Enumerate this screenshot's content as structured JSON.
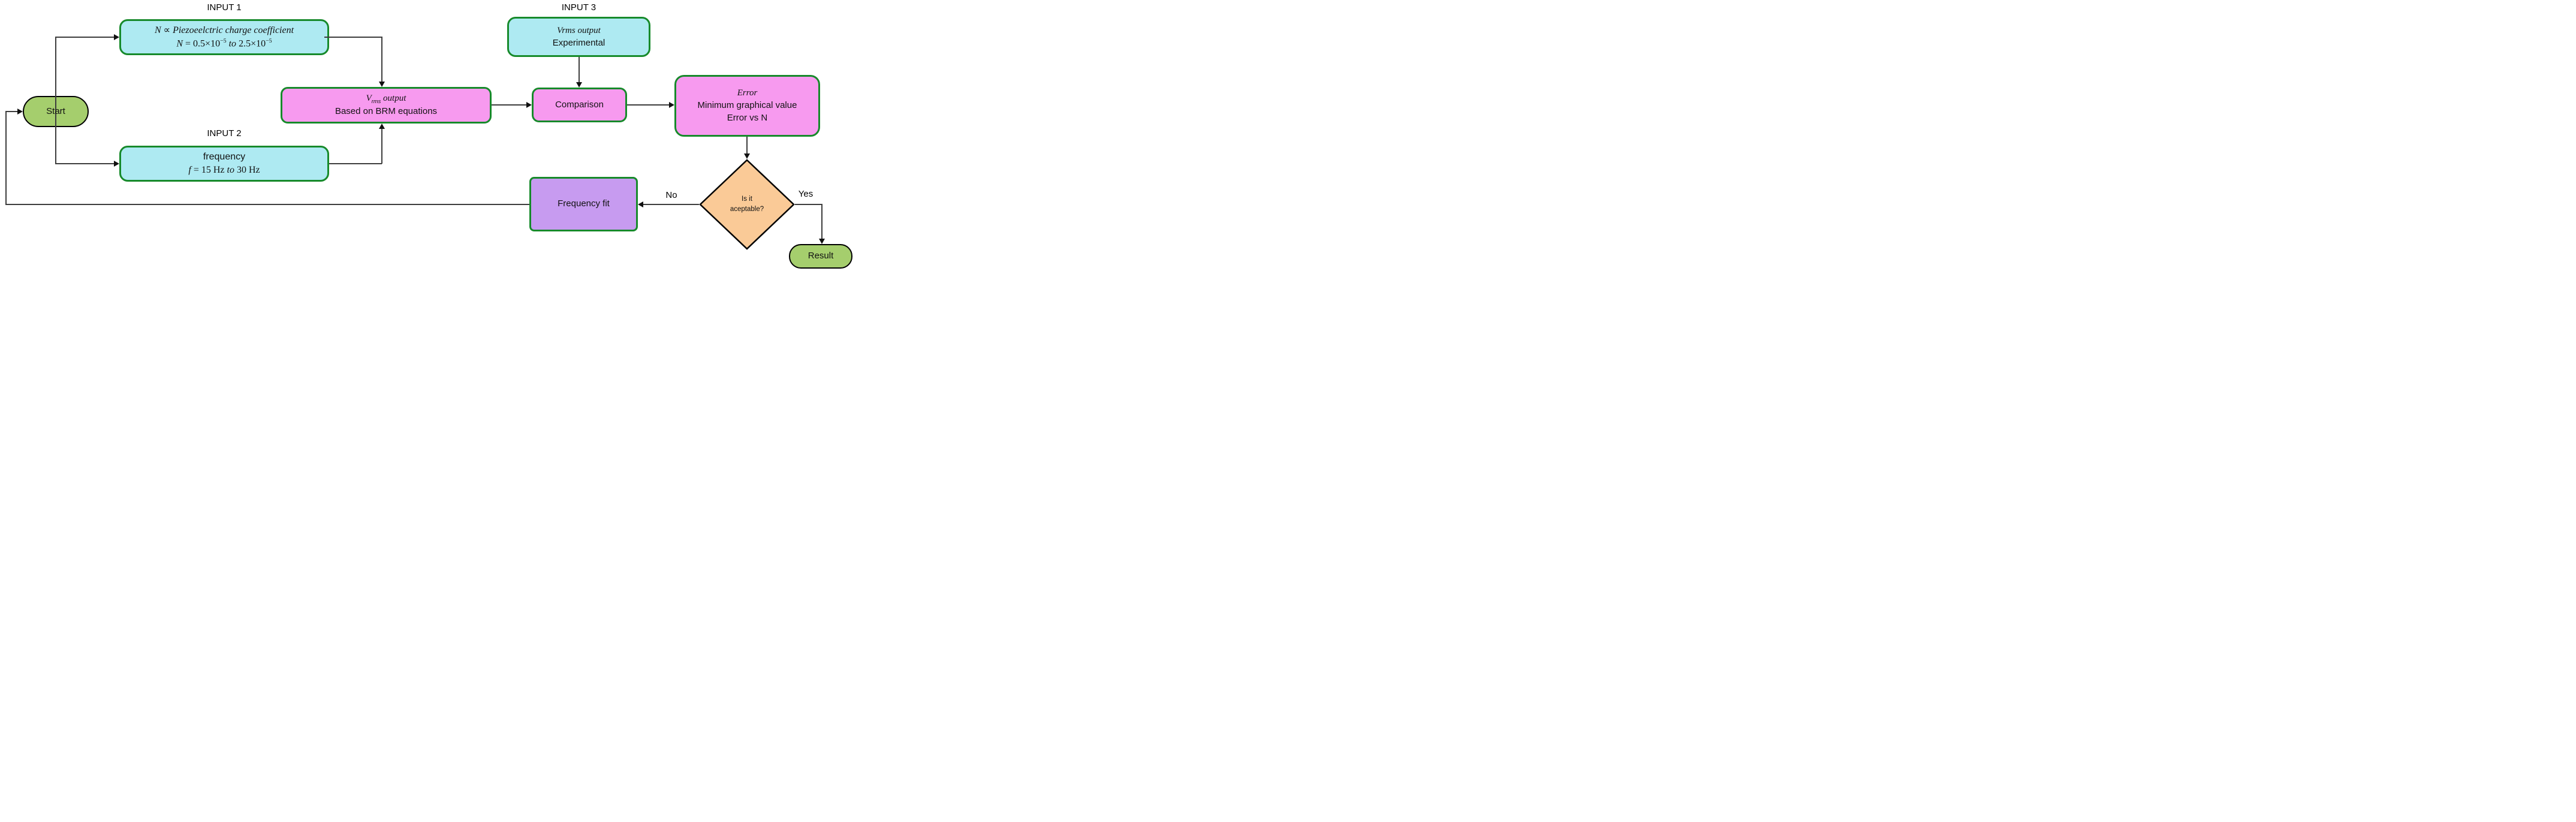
{
  "colors": {
    "cyan_fill": "#aeeaf2",
    "green_border": "#178a2b",
    "pink_fill": "#f79aef",
    "purple_fill": "#c79bf0",
    "orange_fill": "#faca97",
    "pill_fill": "#a5ce6d",
    "line": "#3d3d3d"
  },
  "labels": {
    "input1": "INPUT 1",
    "input2": "INPUT 2",
    "input3": "INPUT 3",
    "yes": "Yes",
    "no": "No"
  },
  "nodes": {
    "start": {
      "label": "Start"
    },
    "input1": {
      "line1": {
        "n": "N",
        "prop": " ∝ ",
        "rest": "Piezoeelctric charge coefficient"
      },
      "line2": {
        "n": "N",
        "eq": " = 0.5×10",
        "sup1": "−5",
        "to": " to ",
        "seg2": "2.5×10",
        "sup2": "−5"
      }
    },
    "input2": {
      "line1": "frequency",
      "line2": {
        "f": "f",
        "seg1": " = 15 Hz ",
        "to": "to",
        "seg2": " 30 Hz"
      }
    },
    "vrms": {
      "line1": {
        "v": "V",
        "sub": "rms",
        "rest": " output"
      },
      "line2": "Based on BRM equations"
    },
    "input3": {
      "line1": "Vrms output",
      "line2": "Experimental"
    },
    "comparison": {
      "label": "Comparison"
    },
    "error": {
      "line1": "Error",
      "line2": "Minimum graphical value",
      "line3": "Error vs N"
    },
    "decision": {
      "line1": "Is it",
      "line2": "aceptable?"
    },
    "freqfit": {
      "label": "Frequency fit"
    },
    "result": {
      "label": "Result"
    }
  }
}
